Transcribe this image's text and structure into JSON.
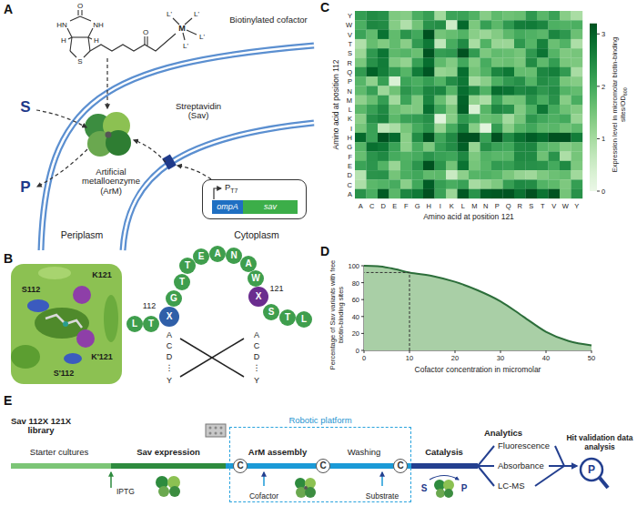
{
  "diagram": {
    "nodes": [
      {
        "text": [
          "P",
          "T7"
        ]
      },
      {
        "text": [
          "ompA"
        ],
        "in": 0
      },
      {
        "text": [
          "sav"
        ],
        "in": 0
      },
      {
        "text": [
          "L"
        ]
      },
      {
        "text": [
          "T"
        ]
      },
      {
        "text": [
          "X"
        ]
      },
      {
        "text": [
          "G"
        ]
      },
      {
        "text": [
          "T"
        ]
      },
      {
        "text": [
          "T"
        ]
      },
      {
        "text": [
          "E"
        ]
      },
      {
        "text": [
          "A"
        ]
      },
      {
        "text": [
          "N"
        ]
      },
      {
        "text": [
          "A"
        ]
      },
      {
        "text": [
          "W"
        ]
      },
      {
        "text": [
          "X"
        ]
      },
      {
        "text": [
          "S"
        ]
      },
      {
        "text": [
          "T"
        ]
      },
      {
        "text": [
          "L"
        ]
      },
      {
        "text": [
          "Robotic platform"
        ]
      },
      {
        "text": [
          "C"
        ],
        "in": 18
      },
      {
        "text": [
          "C"
        ],
        "in": 18
      },
      {
        "text": [
          "C"
        ],
        "in": 18
      }
    ],
    "labels": [
      "A",
      "O",
      "HN",
      "NH",
      "H",
      "H",
      "S",
      "O",
      "M",
      "L'",
      "L'",
      "L'",
      "L'",
      "Biotinylated cofactor",
      "S",
      "P",
      "Artificial metalloenzyme (ArM)",
      "Streptavidin (Sav)",
      "Periplasm",
      "Cytoplasm",
      "B",
      "S112",
      "K121",
      "K'121",
      "S'112",
      "112",
      "121",
      "A",
      "C",
      "D",
      "⋮",
      "Y",
      "A",
      "C",
      "D",
      "⋮",
      "Y",
      "C",
      "Y",
      "W",
      "V",
      "T",
      "S",
      "R",
      "Q",
      "P",
      "N",
      "M",
      "L",
      "K",
      "I",
      "H",
      "G",
      "F",
      "E",
      "D",
      "C",
      "A",
      "A",
      "C",
      "D",
      "E",
      "F",
      "G",
      "H",
      "I",
      "K",
      "L",
      "M",
      "N",
      "P",
      "Q",
      "R",
      "S",
      "T",
      "V",
      "W",
      "Y",
      "Amino acid at position 112",
      "Amino acid at position 121",
      "0",
      "1",
      "2",
      "3",
      "Expression level in micromolar biotin-binding sites/OD",
      "600",
      "D",
      "0",
      "20",
      "40",
      "60",
      "80",
      "100",
      "0",
      "10",
      "20",
      "30",
      "40",
      "50",
      "Percentage of Sav variants with free biotin-binding sites",
      "Cofactor concentration in micromolar",
      "E",
      "Starter cultures",
      "Sav expression",
      "Sav 112X 121X library",
      "IPTG",
      "ArM assembly",
      "Washing",
      "Cofactor",
      "Substrate",
      "Catalysis",
      "S",
      "P",
      "Analytics",
      "Fluorescence",
      "Absorbance",
      "LC-MS",
      "Hit validation data analysis",
      "P"
    ]
  }
}
